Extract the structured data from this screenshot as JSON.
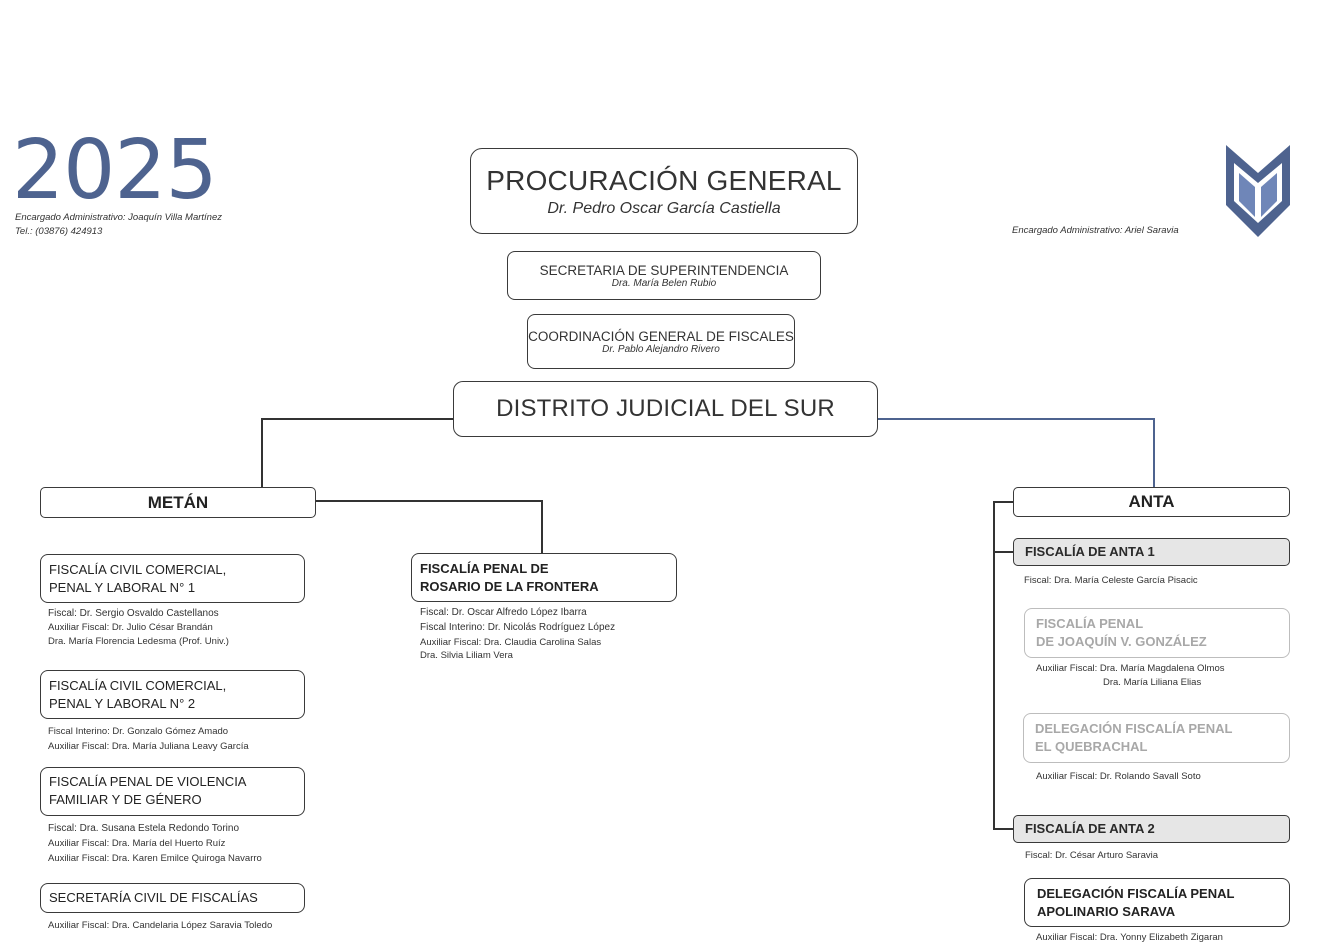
{
  "year": "2025",
  "left_note": {
    "encargado": "Encargado Administrativo: Joaquín Villa Martínez",
    "tel": "Tel.: (03876) 424913"
  },
  "right_note": {
    "encargado": "Encargado Administrativo: Ariel Saravia"
  },
  "logo": {
    "icon": "shield-logo-icon",
    "color": "#4e638f"
  },
  "procuracion": {
    "title": "PROCURACIÓN GENERAL",
    "person": "Dr. Pedro Oscar García Castiella"
  },
  "secretaria": {
    "title": "SECRETARIA DE SUPERINTENDENCIA",
    "person": "Dra. María Belen Rubio"
  },
  "coordinacion": {
    "title": "COORDINACIÓN GENERAL DE FISCALES",
    "person": "Dr. Pablo Alejandro Rivero"
  },
  "distrito": {
    "title": "DISTRITO JUDICIAL DEL SUR"
  },
  "metan": {
    "title": "METÁN",
    "f1": {
      "line1": "FISCALÍA CIVIL COMERCIAL,",
      "line2": "PENAL Y LABORAL N° 1",
      "info": [
        "Fiscal: Dr. Sergio Osvaldo Castellanos",
        "Auxiliar Fiscal: Dr. Julio César Brandán",
        "Dra. María Florencia Ledesma (Prof. Univ.)"
      ]
    },
    "f2": {
      "line1": "FISCALÍA CIVIL COMERCIAL,",
      "line2": "PENAL Y LABORAL N° 2",
      "info": [
        "Fiscal Interino:  Dr. Gonzalo Gómez Amado",
        "Auxiliar Fiscal: Dra. María Juliana Leavy García"
      ]
    },
    "f3": {
      "line1": "FISCALÍA PENAL DE VIOLENCIA",
      "line2": "FAMILIAR Y DE GÉNERO",
      "info": [
        "Fiscal: Dra. Susana Estela Redondo Torino",
        "Auxiliar Fiscal: Dra. María del Huerto Ruíz",
        "Auxiliar Fiscal: Dra. Karen Emilce Quiroga Navarro"
      ]
    },
    "f4": {
      "line1": "SECRETARÍA CIVIL DE FISCALÍAS",
      "info": [
        "Auxiliar Fiscal: Dra. Candelaria López Saravia Toledo"
      ]
    },
    "rosario": {
      "line1": "FISCALÍA PENAL DE",
      "line2": "ROSARIO DE LA FRONTERA",
      "info": [
        "Fiscal: Dr. Oscar Alfredo López Ibarra",
        "Fiscal Interino: Dr. Nicolás Rodríguez López",
        "Auxiliar Fiscal: Dra. Claudia Carolina Salas",
        "Dra. Silvia Liliam Vera"
      ]
    }
  },
  "anta": {
    "title": "ANTA",
    "a1": {
      "title": "FISCALÍA DE ANTA 1",
      "info": [
        "Fiscal: Dra. María Celeste García Pisacic"
      ]
    },
    "jvg": {
      "line1": "FISCALÍA PENAL",
      "line2": "DE JOAQUÍN V. GONZÁLEZ",
      "info": [
        "Auxiliar Fiscal: Dra. María Magdalena Olmos",
        "Dra. María Liliana Elias"
      ]
    },
    "quebrachal": {
      "line1": "DELEGACIÓN FISCALÍA PENAL",
      "line2": "EL QUEBRACHAL",
      "info": [
        "Auxiliar Fiscal:  Dr. Rolando Savall Soto"
      ]
    },
    "a2": {
      "title": "FISCALÍA DE ANTA 2",
      "info": [
        "Fiscal: Dr. César Arturo Saravia"
      ]
    },
    "apolinario": {
      "line1": "DELEGACIÓN FISCALÍA PENAL",
      "line2": "APOLINARIO SARAVA",
      "info": [
        "Auxiliar Fiscal:  Dra. Yonny Elizabeth Zigaran"
      ]
    }
  }
}
